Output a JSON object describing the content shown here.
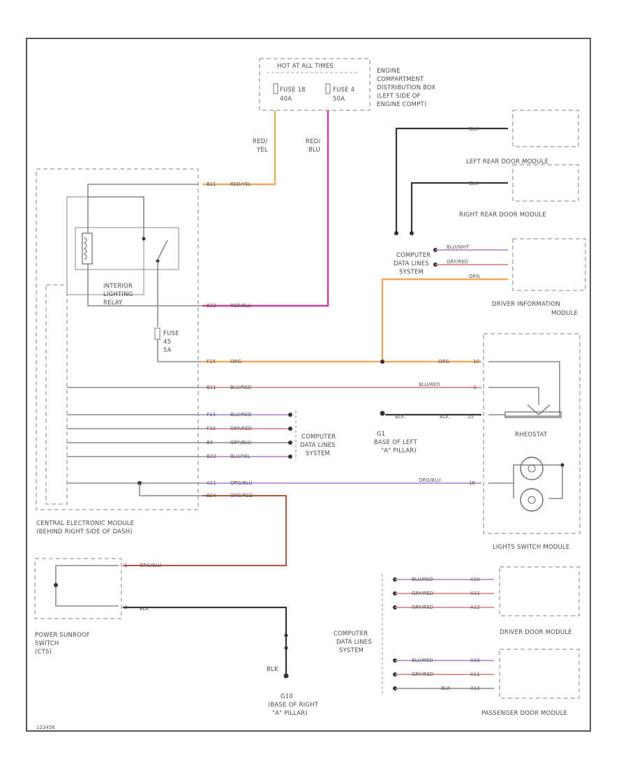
{
  "labels": {
    "hot_at_all_times": "HOT AT ALL TIMES",
    "fuse_18": "FUSE 18",
    "fuse_18_amp": "40A",
    "fuse_4": "FUSE 4",
    "fuse_4_amp": "50A",
    "engine_box_1": "ENGINE",
    "engine_box_2": "COMPARTMENT",
    "engine_box_3": "DISTRIBUTION BOX",
    "engine_box_4": "(LEFT SIDE OF",
    "engine_box_5": "ENGINE COMPT)",
    "red_yel_1": "RED/",
    "red_yel_2": "YEL",
    "red_blu_1": "RED/",
    "red_blu_2": "BLU",
    "left_rear_door": "LEFT REAR DOOR MODULE",
    "right_rear_door": "RIGHT REAR DOOR MODULE",
    "blk_a": "BLK",
    "blk_b": "BLK",
    "cdl_top_1": "COMPUTER",
    "cdl_top_2": "DATA LINES",
    "cdl_top_3": "SYSTEM",
    "dim_blu_wht": "BLU/WHT",
    "dim_gry_red": "GRY/RED",
    "dim_org": "ORG",
    "driver_info_1": "DRIVER INFORMATION",
    "driver_info_2": "MODULE",
    "relay_1": "INTERIOR",
    "relay_2": "LIGHTING",
    "relay_3": "RELAY",
    "fuse_45": "FUSE",
    "fuse_45_num": "45",
    "fuse_45_amp": "5A",
    "cem_redyel_pin": "B21",
    "cem_redyel": "RED/YEL",
    "cem_redblu_pin": "B22",
    "cem_redblu": "RED/BLU",
    "cem_org_pin": "F15",
    "cem_org": "ORG",
    "cem_blured_pin": "B21",
    "cem_blured": "BLU/RED",
    "cem_d1_pin": "F14",
    "cem_d1": "BLU/RED",
    "cem_d2_pin": "F10",
    "cem_d2": "GRY/RED",
    "cem_d3_pin": "B4",
    "cem_d3": "GRY/BLU",
    "cem_d4_pin": "B22",
    "cem_d4": "BLU/YEL",
    "cem_orgblu_pin": "A11",
    "cem_orgblu": "ORG/BLU",
    "cem_orgred_pin": "B24",
    "cem_orgred": "ORG/RED",
    "cdl_mid_1": "COMPUTER",
    "cdl_mid_2": "DATA LINES",
    "cdl_mid_3": "SYSTEM",
    "lsm_org": "ORG",
    "lsm_org_pin": "10",
    "lsm_blured": "BLU/RED",
    "lsm_blured_pin": "3",
    "blk_g1": "BLK",
    "blk_g1b": "BLK",
    "blk_g1_pin": "15",
    "g1_1": "G1",
    "g1_2": "BASE OF LEFT",
    "g1_3": "\"A\" PILLAR)",
    "rheostat": "RHEOSTAT",
    "lsm_orgblu": "ORG/BLU",
    "lsm_orgblu_pin": "16",
    "cem_name_1": "CENTRAL ELECTRONIC MODULE",
    "cem_name_2": "(BEHIND RIGHT SIDE OF DASH)",
    "lights_switch": "LIGHTS SWITCH MODULE",
    "sunroof_pin1": "1",
    "sunroof_orgblu": "ORG/BLU",
    "sunroof_pin2": "2",
    "sunroof_blk": "BLK",
    "sunroof_1": "POWER SUNROOF",
    "sunroof_2": "SWITCH",
    "sunroof_3": "(CTS)",
    "cdl_bot_1": "COMPUTER",
    "cdl_bot_2": "DATA LINES",
    "cdl_bot_3": "SYSTEM",
    "dd_1": "BLU/RED",
    "dd_1_pin": "A10",
    "dd_2": "GRY/RED",
    "dd_2_pin": "A11",
    "dd_3": "GRY/RED",
    "dd_3_pin": "A12",
    "driver_door": "DRIVER DOOR MODULE",
    "pd_1": "BLU/RED",
    "pd_1_pin": "A10",
    "pd_2": "GRY/RED",
    "pd_2_pin": "A11",
    "pd_3": "BLK",
    "pd_3_pin": "A12",
    "passenger_door": "PASSENGER DOOR MODULE",
    "blk_g10": "BLK",
    "g10_1": "G10",
    "g10_2": "(BASE OF RIGHT",
    "g10_3": "\"A\" PILLAR)",
    "code": "123456"
  }
}
